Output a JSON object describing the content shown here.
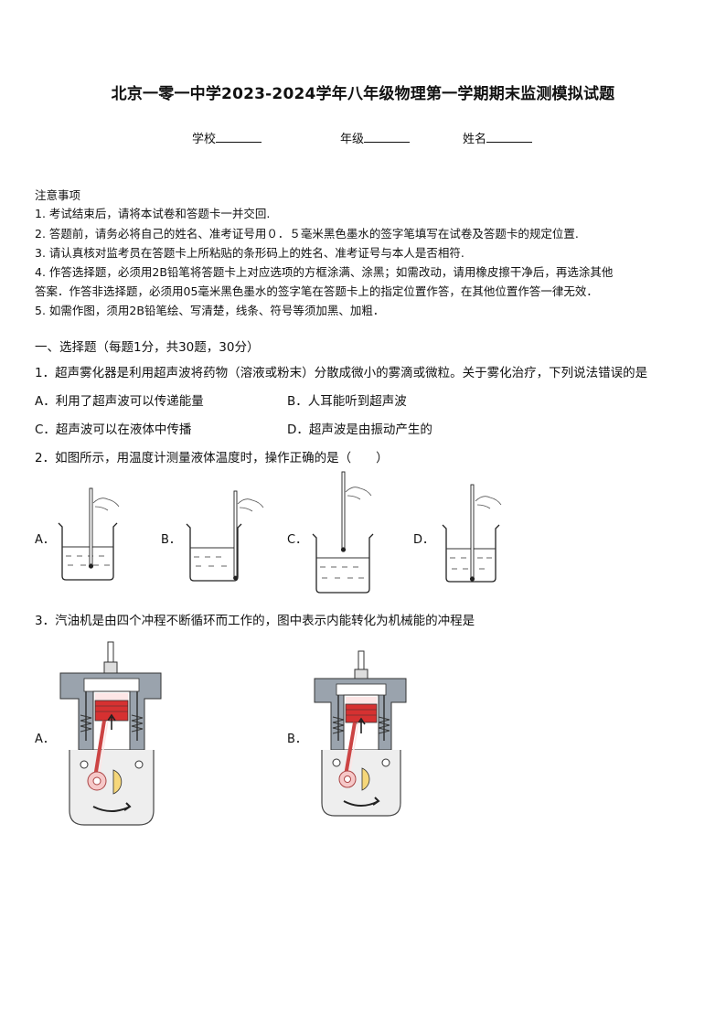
{
  "title": "北京一零一中学2023-2024学年八年级物理第一学期期末监测模拟试题",
  "fields": {
    "school": "学校",
    "grade": "年级",
    "name": "姓名"
  },
  "notice": {
    "heading": "注意事项",
    "items": [
      "1. 考试结束后，请将本试卷和答题卡一并交回.",
      "2. 答题前，请务必将自己的姓名、准考证号用０．５毫米黑色墨水的签字笔填写在试卷及答题卡的规定位置.",
      "3. 请认真核对监考员在答题卡上所粘贴的条形码上的姓名、准考证号与本人是否相符.",
      "4. 作答选择题，必须用2B铅笔将答题卡上对应选项的方框涂满、涂黑；如需改动，请用橡皮擦干净后，再选涂其他",
      "答案．作答非选择题，必须用05毫米黑色墨水的签字笔在答题卡上的指定位置作答，在其他位置作答一律无效．",
      "5. 如需作图，须用2B铅笔绘、写清楚，线条、符号等须加黑、加粗．"
    ]
  },
  "section": "一、选择题（每题1分，共30题，30分）",
  "q1": {
    "stem": "1．超声雾化器是利用超声波将药物（溶液或粉末）分散成微小的雾滴或微粒。关于雾化治疗，下列说法错误的是",
    "a": "A．利用了超声波可以传递能量",
    "b": "B．人耳能听到超声波",
    "c": "C．超声波可以在液体中传播",
    "d": "D．超声波是由振动产生的"
  },
  "q2": {
    "stem": "2．如图所示，用温度计测量液体温度时，操作正确的是（　　）",
    "labels": [
      "A．",
      "B．",
      "C．",
      "D．"
    ]
  },
  "q3": {
    "stem": "3．汽油机是由四个冲程不断循环而工作的，图中表示内能转化为机械能的冲程是",
    "labels": [
      "A．",
      "B．"
    ]
  }
}
